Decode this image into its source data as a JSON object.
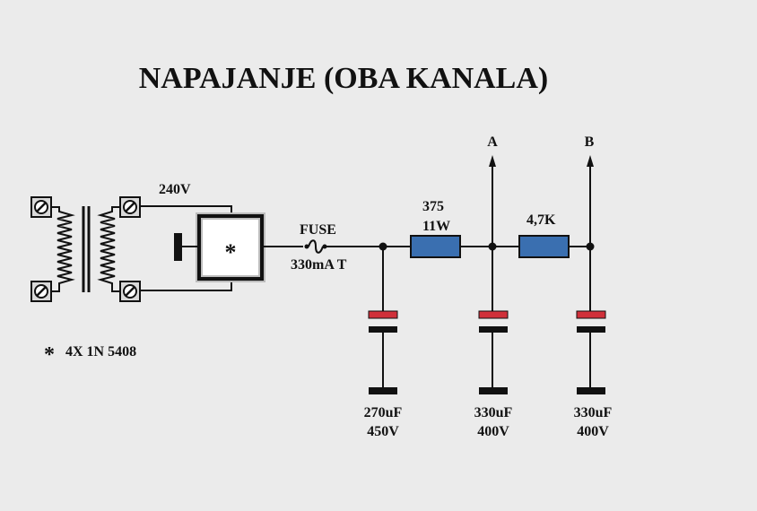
{
  "title": "NAPAJANJE (OBA KANALA)",
  "transformer": {
    "secondary_voltage": "240V"
  },
  "rectifier": {
    "symbol": "*",
    "note_symbol": "*",
    "note_text": "4X 1N 5408"
  },
  "fuse": {
    "label": "FUSE",
    "rating": "330mA T"
  },
  "resistors": [
    {
      "value": "375",
      "power": "11W"
    },
    {
      "value": "4,7K"
    }
  ],
  "outputs": [
    {
      "label": "A"
    },
    {
      "label": "B"
    }
  ],
  "capacitors": [
    {
      "capacitance": "270uF",
      "voltage": "450V"
    },
    {
      "capacitance": "330uF",
      "voltage": "400V"
    },
    {
      "capacitance": "330uF",
      "voltage": "400V"
    }
  ],
  "colors": {
    "background": "#ebebeb",
    "wire": "#111111",
    "resistor_fill": "#3a6fb0",
    "capacitor_positive_plate": "#d0303a",
    "terminal_fill": "#d9d9d9"
  }
}
